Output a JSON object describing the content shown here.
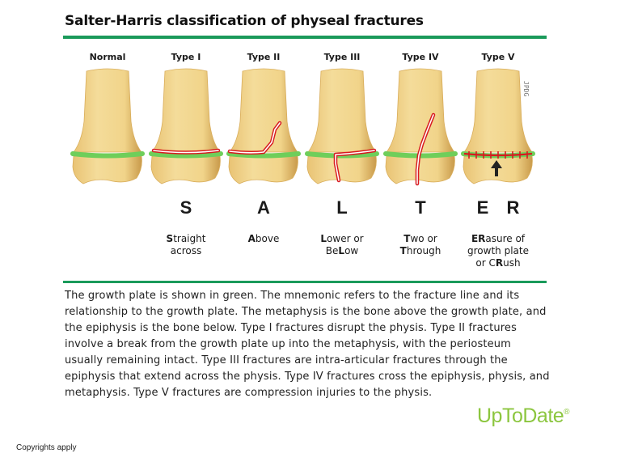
{
  "title": "Salter-Harris classification of physeal fractures",
  "columns": [
    {
      "header": "Normal",
      "letter": "",
      "mnemonic": []
    },
    {
      "header": "Type I",
      "letter": "S",
      "mnemonic": [
        [
          [
            "S",
            "b"
          ],
          [
            "traight",
            ""
          ]
        ],
        [
          [
            "across",
            ""
          ]
        ]
      ]
    },
    {
      "header": "Type II",
      "letter": "A",
      "mnemonic": [
        [
          [
            "A",
            "b"
          ],
          [
            "bove",
            ""
          ]
        ]
      ]
    },
    {
      "header": "Type III",
      "letter": "L",
      "mnemonic": [
        [
          [
            "L",
            "b"
          ],
          [
            "ower or",
            ""
          ]
        ],
        [
          [
            "Be",
            ""
          ],
          [
            "L",
            "b"
          ],
          [
            "ow",
            ""
          ]
        ]
      ]
    },
    {
      "header": "Type IV",
      "letter": "T",
      "mnemonic": [
        [
          [
            "T",
            "b"
          ],
          [
            "wo or",
            ""
          ]
        ],
        [
          [
            "T",
            "b"
          ],
          [
            "hrough",
            ""
          ]
        ]
      ]
    },
    {
      "header": "Type V",
      "letter": "E R",
      "mnemonic": [
        [
          [
            "ER",
            "b"
          ],
          [
            "asure of",
            ""
          ]
        ],
        [
          [
            "growth plate",
            ""
          ]
        ],
        [
          [
            "or C",
            ""
          ],
          [
            "R",
            "b"
          ],
          [
            "ush",
            ""
          ]
        ]
      ]
    }
  ],
  "description": "The growth plate is shown in green. The mnemonic refers to the fracture line and its relationship to the growth plate. The metaphysis is the bone above the growth plate, and the epiphysis is the bone below. Type I fractures disrupt the physis. Type II fractures involve a break from the growth plate up into the metaphysis, with the periosteum usually remaining intact. Type III fractures are intra-articular fractures through the epiphysis that extend across the physis. Type IV fractures cross the epiphysis, physis, and metaphysis. Type V fractures are compression injuries to the physis.",
  "logo": {
    "text": "UpToDate",
    "mark": "®"
  },
  "footer": "Copyrights apply",
  "watermark": "JPDG",
  "colors": {
    "rule": "#1a9a5a",
    "growth_plate": "#6fce5a",
    "fracture": "#d8191f",
    "bone": "#f4dc9a",
    "bone_shadow": "#c99a4a",
    "logo": "#8cc63f"
  }
}
